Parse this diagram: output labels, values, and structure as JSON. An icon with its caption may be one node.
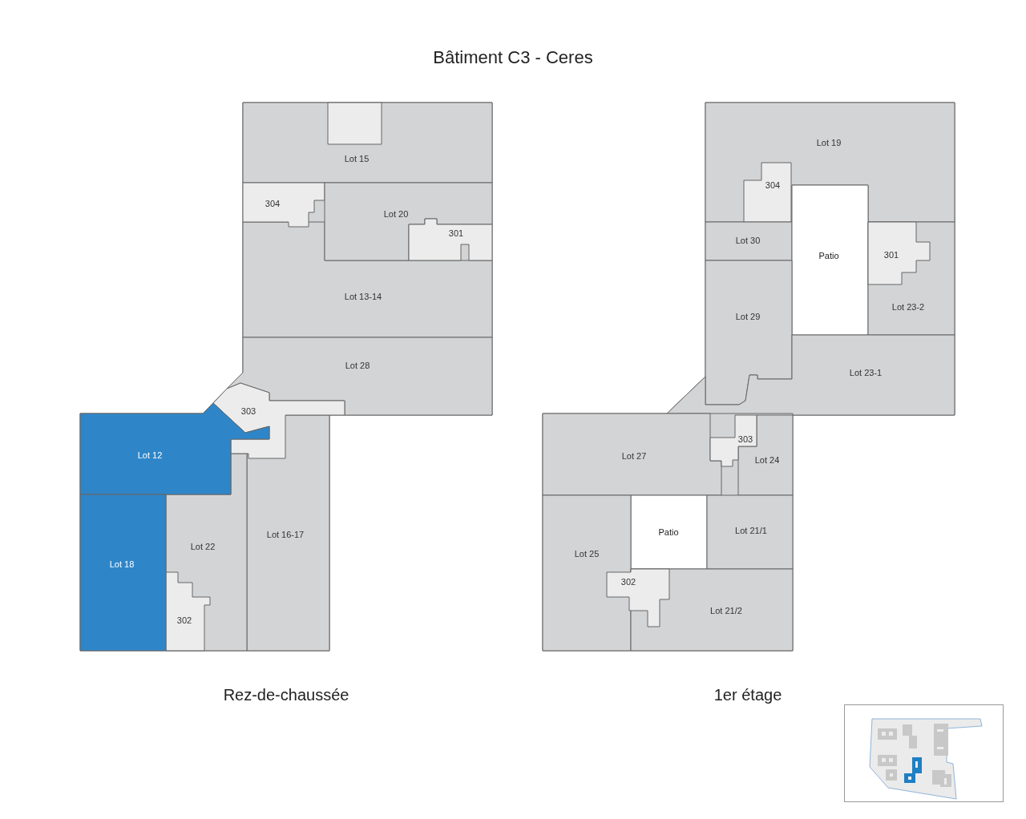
{
  "diagram": {
    "title": "Bâtiment C3 - Ceres",
    "nodes": [
      {
        "text": [
          "Rez-de-chaussée"
        ]
      },
      {
        "text": [
          "Lot 15"
        ],
        "in": 0
      },
      {
        "text": [
          "304"
        ],
        "in": 0
      },
      {
        "text": [
          "Lot 20"
        ],
        "in": 0
      },
      {
        "text": [
          "301"
        ],
        "in": 0
      },
      {
        "text": [
          "Lot 13-14"
        ],
        "in": 0
      },
      {
        "text": [
          "Lot 28"
        ],
        "in": 0
      },
      {
        "text": [
          "303"
        ],
        "in": 0
      },
      {
        "text": [
          "Lot 12"
        ],
        "in": 0
      },
      {
        "text": [
          "Lot 18"
        ],
        "in": 0
      },
      {
        "text": [
          "Lot 22"
        ],
        "in": 0
      },
      {
        "text": [
          "302"
        ],
        "in": 10
      },
      {
        "text": [
          "Lot 16-17"
        ],
        "in": 0
      },
      {
        "text": [
          "1er étage"
        ]
      },
      {
        "text": [
          "Lot 19"
        ],
        "in": 13
      },
      {
        "text": [
          "304"
        ],
        "in": 14
      },
      {
        "text": [
          "Lot 30"
        ],
        "in": 13
      },
      {
        "text": [
          "Patio"
        ],
        "in": 13
      },
      {
        "text": [
          "Lot 23-2"
        ],
        "in": 13
      },
      {
        "text": [
          "301"
        ],
        "in": 18
      },
      {
        "text": [
          "Lot 29"
        ],
        "in": 13
      },
      {
        "text": [
          "Lot 23-1"
        ],
        "in": 13
      },
      {
        "text": [
          "303"
        ],
        "in": 13
      },
      {
        "text": [
          "Lot 24"
        ],
        "in": 13
      },
      {
        "text": [
          "Lot 27"
        ],
        "in": 13
      },
      {
        "text": [
          "Patio"
        ],
        "in": 13
      },
      {
        "text": [
          "Lot 21/1"
        ],
        "in": 13
      },
      {
        "text": [
          "Lot 25"
        ],
        "in": 13
      },
      {
        "text": [
          "302"
        ],
        "in": 13
      },
      {
        "text": [
          "Lot 21/2"
        ],
        "in": 13
      }
    ]
  }
}
